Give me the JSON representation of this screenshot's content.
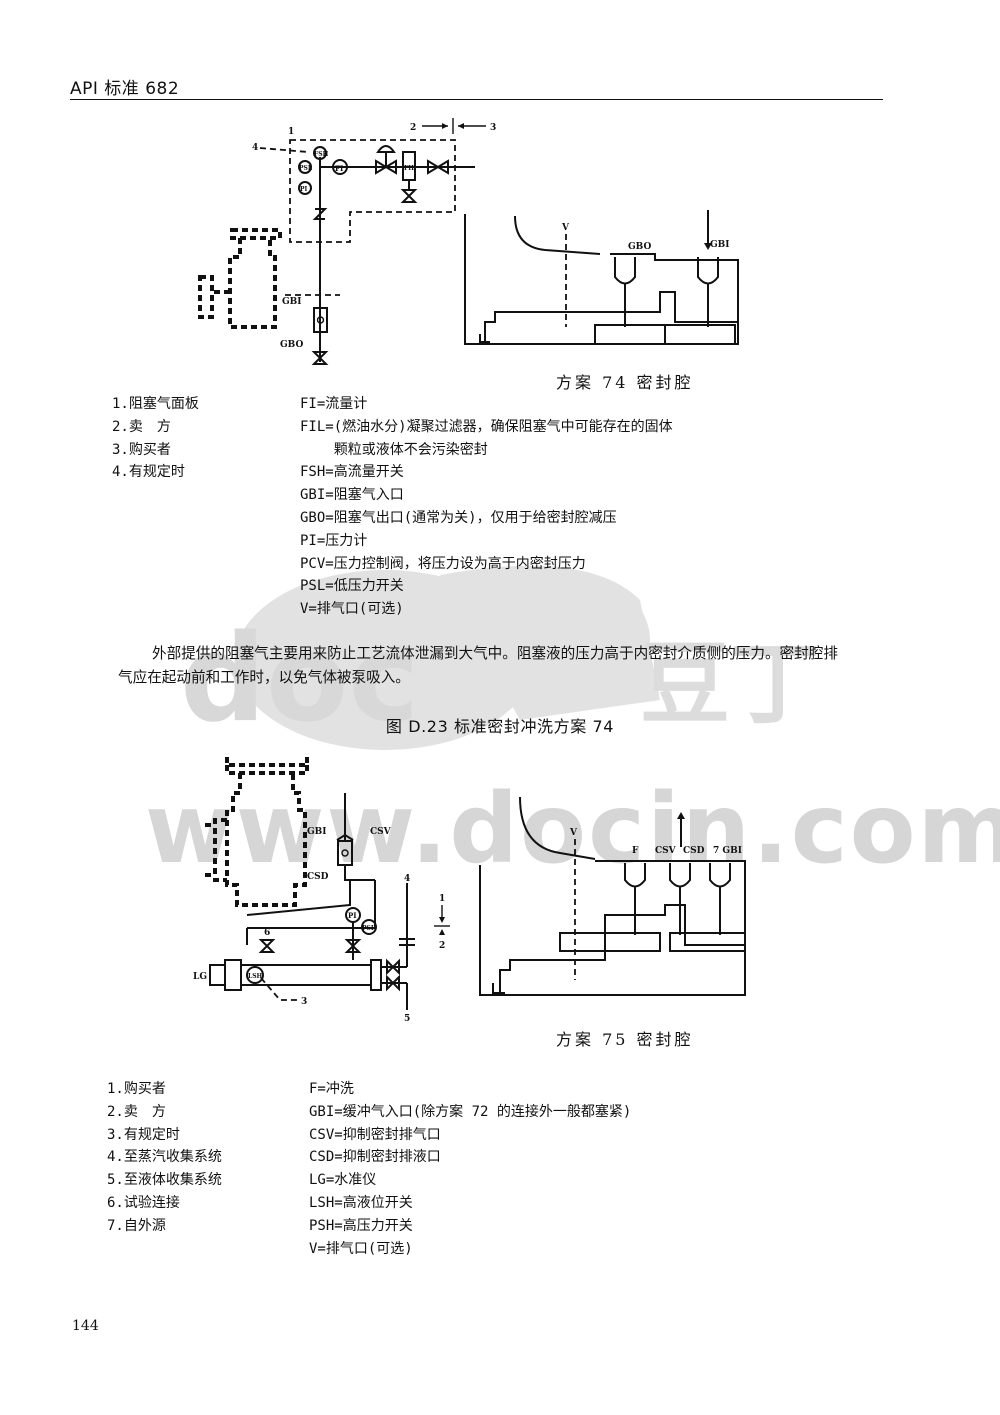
{
  "header": {
    "title": "API 标准 682"
  },
  "figure1": {
    "caption": "方案 74 密封腔",
    "left_legend": [
      "1.阻塞气面板",
      "2.卖　方",
      "3.购买者",
      "4.有规定时"
    ],
    "right_legend": [
      "FI=流量计",
      "FIL=(燃油水分)凝聚过滤器，确保阻塞气中可能存在的固体",
      "    颗粒或液体不会污染密封",
      "FSH=高流量开关",
      "GBI=阻塞气入口",
      "GBO=阻塞气出口(通常为关)，仅用于给密封腔减压",
      "PI=压力计",
      "PCV=压力控制阀，将压力设为高于内密封压力",
      "PSL=低压力开关",
      "V=排气口(可选)"
    ],
    "diagram_labels": {
      "n1": "1",
      "n2": "2",
      "n3": "3",
      "n4": "4",
      "fsh": "FSH",
      "psl": "PSL",
      "fi": "FI",
      "pi": "PI",
      "fil": "FIL",
      "gbi": "GBI",
      "gbo": "GBO",
      "v": "V",
      "gbo_r": "GBO",
      "gbi_r": "GBI"
    }
  },
  "paragraph": "外部提供的阻塞气主要用来防止工艺流体泄漏到大气中。阻塞液的压力高于内密封介质侧的压力。密封腔排气应在起动前和工作时，以免气体被泵吸入。",
  "figure_title": "图 D.23 标准密封冲洗方案 74",
  "figure2": {
    "caption": "方案 75 密封腔",
    "left_legend": [
      "1.购买者",
      "2.卖　方",
      "3.有规定时",
      "4.至蒸汽收集系统",
      "5.至液体收集系统",
      "6.试验连接",
      "7.自外源"
    ],
    "right_legend": [
      "F=冲洗",
      "GBI=缓冲气入口(除方案 72 的连接外一般都塞紧)",
      "CSV=抑制密封排气口",
      "CSD=抑制密封排液口",
      "LG=水准仪",
      "LSH=高液位开关",
      "PSH=高压力开关",
      "V=排气口(可选)"
    ],
    "diagram_labels": {
      "gbi": "GBI",
      "csv": "CSV",
      "csd": "CSD",
      "pi": "PI",
      "psh": "PSH",
      "lsh": "LSH",
      "lg": "LG",
      "n1": "1",
      "n2": "2",
      "n3": "3",
      "n4": "4",
      "n5": "5",
      "n6": "6",
      "v": "V",
      "f": "F",
      "csv_r": "CSV",
      "csd_r": "CSD",
      "n7gbi": "7 GBI"
    }
  },
  "watermark": {
    "text": "www.docin.com",
    "logo_left": "doc",
    "logo_right": "豆丁"
  },
  "page_number": "144"
}
